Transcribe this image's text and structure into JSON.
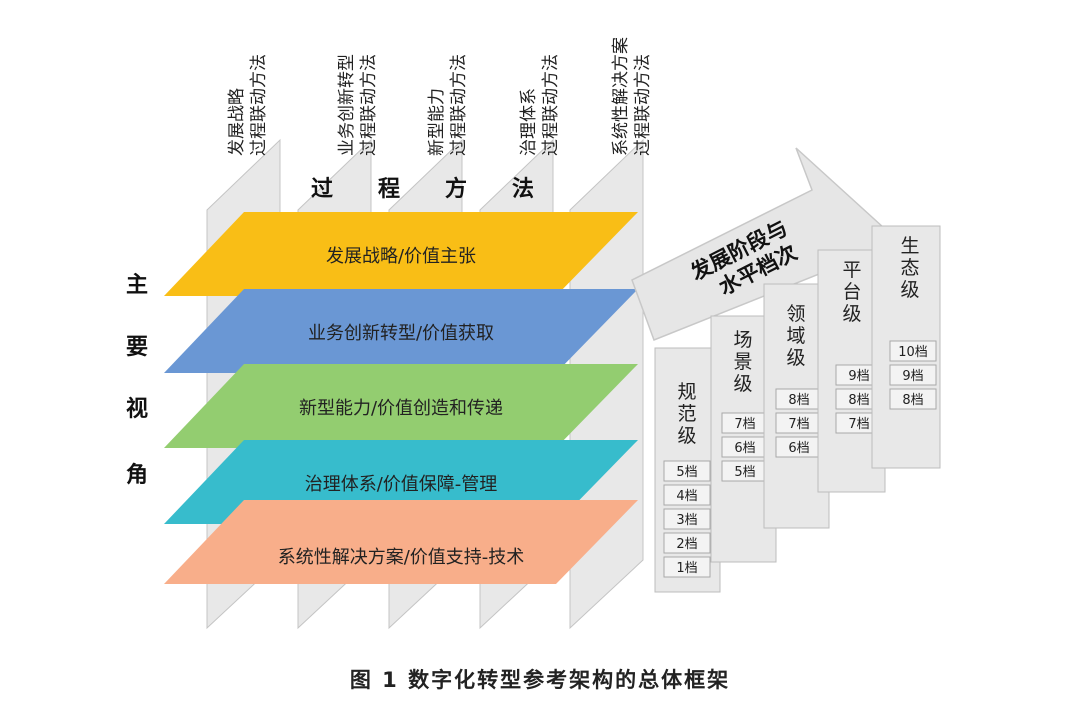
{
  "header": {
    "method_columns": [
      {
        "line1": "发展战略",
        "line2": "过程联动方法"
      },
      {
        "line1": "业务创新转型",
        "line2": "过程联动方法"
      },
      {
        "line1": "新型能力",
        "line2": "过程联动方法"
      },
      {
        "line1": "治理体系",
        "line2": "过程联动方法"
      },
      {
        "line1": "系统性解决方案",
        "line2": "过程联动方法"
      }
    ],
    "process_label_chars": [
      "过",
      "程",
      "方",
      "法"
    ]
  },
  "main_perspective": {
    "chars": [
      "主",
      "要",
      "视",
      "角"
    ]
  },
  "layers": [
    {
      "label": "发展战略/价值主张",
      "color": "#F9BE16"
    },
    {
      "label": "业务创新转型/价值获取",
      "color": "#6A97D4"
    },
    {
      "label": "新型能力/价值创造和传递",
      "color": "#93CD70"
    },
    {
      "label": "治理体系/价值保障-管理",
      "color": "#37BCCC"
    },
    {
      "label": "系统性解决方案/价值支持-技术",
      "color": "#F8AE8A"
    }
  ],
  "arrow": {
    "line1": "发展阶段与",
    "line2": "水平档次"
  },
  "levels": [
    {
      "name": "规范级",
      "grades": [
        "5档",
        "4档",
        "3档",
        "2档",
        "1档"
      ]
    },
    {
      "name": "场景级",
      "grades": [
        "7档",
        "6档",
        "5档"
      ]
    },
    {
      "name": "领域级",
      "grades": [
        "8档",
        "7档",
        "6档"
      ]
    },
    {
      "name": "平台级",
      "grades": [
        "9档",
        "8档",
        "7档"
      ]
    },
    {
      "name": "生态级",
      "grades": [
        "10档",
        "9档",
        "8档"
      ]
    }
  ],
  "colors": {
    "panel_fill": "#E8E8E8",
    "panel_stroke": "#C4C4C4",
    "arrow_fill": "#E6E6E6",
    "arrow_stroke": "#C8C8C8"
  },
  "caption": "图 1   数字化转型参考架构的总体框架"
}
